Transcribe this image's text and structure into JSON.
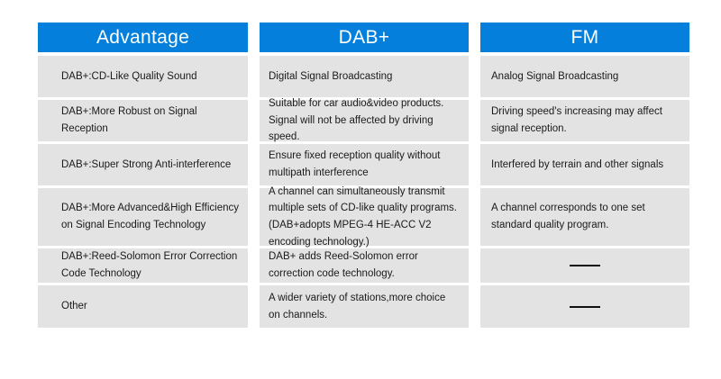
{
  "table": {
    "columns": [
      {
        "key": "advantage",
        "header": "Advantage",
        "cells": [
          "DAB+:CD-Like Quality Sound",
          "DAB+:More Robust on Signal Reception",
          "DAB+:Super Strong Anti-interference",
          "DAB+:More Advanced&High Efficiency on Signal Encoding Technology",
          "DAB+:Reed-Solomon Error Correction Code Technology",
          "Other"
        ]
      },
      {
        "key": "dab_plus",
        "header": "DAB+",
        "cells": [
          "Digital Signal Broadcasting",
          "Suitable for car audio&video products. Signal will not be affected by driving speed.",
          "Ensure fixed reception quality without multipath interference",
          "A channel can simultaneously transmit multiple sets of CD-like quality programs. (DAB+adopts MPEG-4 HE-ACC V2 encoding technology.)",
          "DAB+ adds Reed-Solomon error correction code technology.",
          "A wider variety of stations,more choice on channels."
        ]
      },
      {
        "key": "fm",
        "header": "FM",
        "cells": [
          "Analog Signal Broadcasting",
          "Driving speed's increasing may affect signal reception.",
          "Interfered by terrain and other signals",
          "A channel corresponds to one set standard quality program.",
          "",
          ""
        ],
        "dash_rows": [
          4,
          5
        ]
      }
    ],
    "colors": {
      "header_blue": "#0480DC",
      "header_text": "#FFFFFF",
      "cell_background": "#E3E3E3",
      "cell_text": "#1A1A1A",
      "page_background": "#FFFFFF",
      "dash_mark": "#111111"
    }
  }
}
